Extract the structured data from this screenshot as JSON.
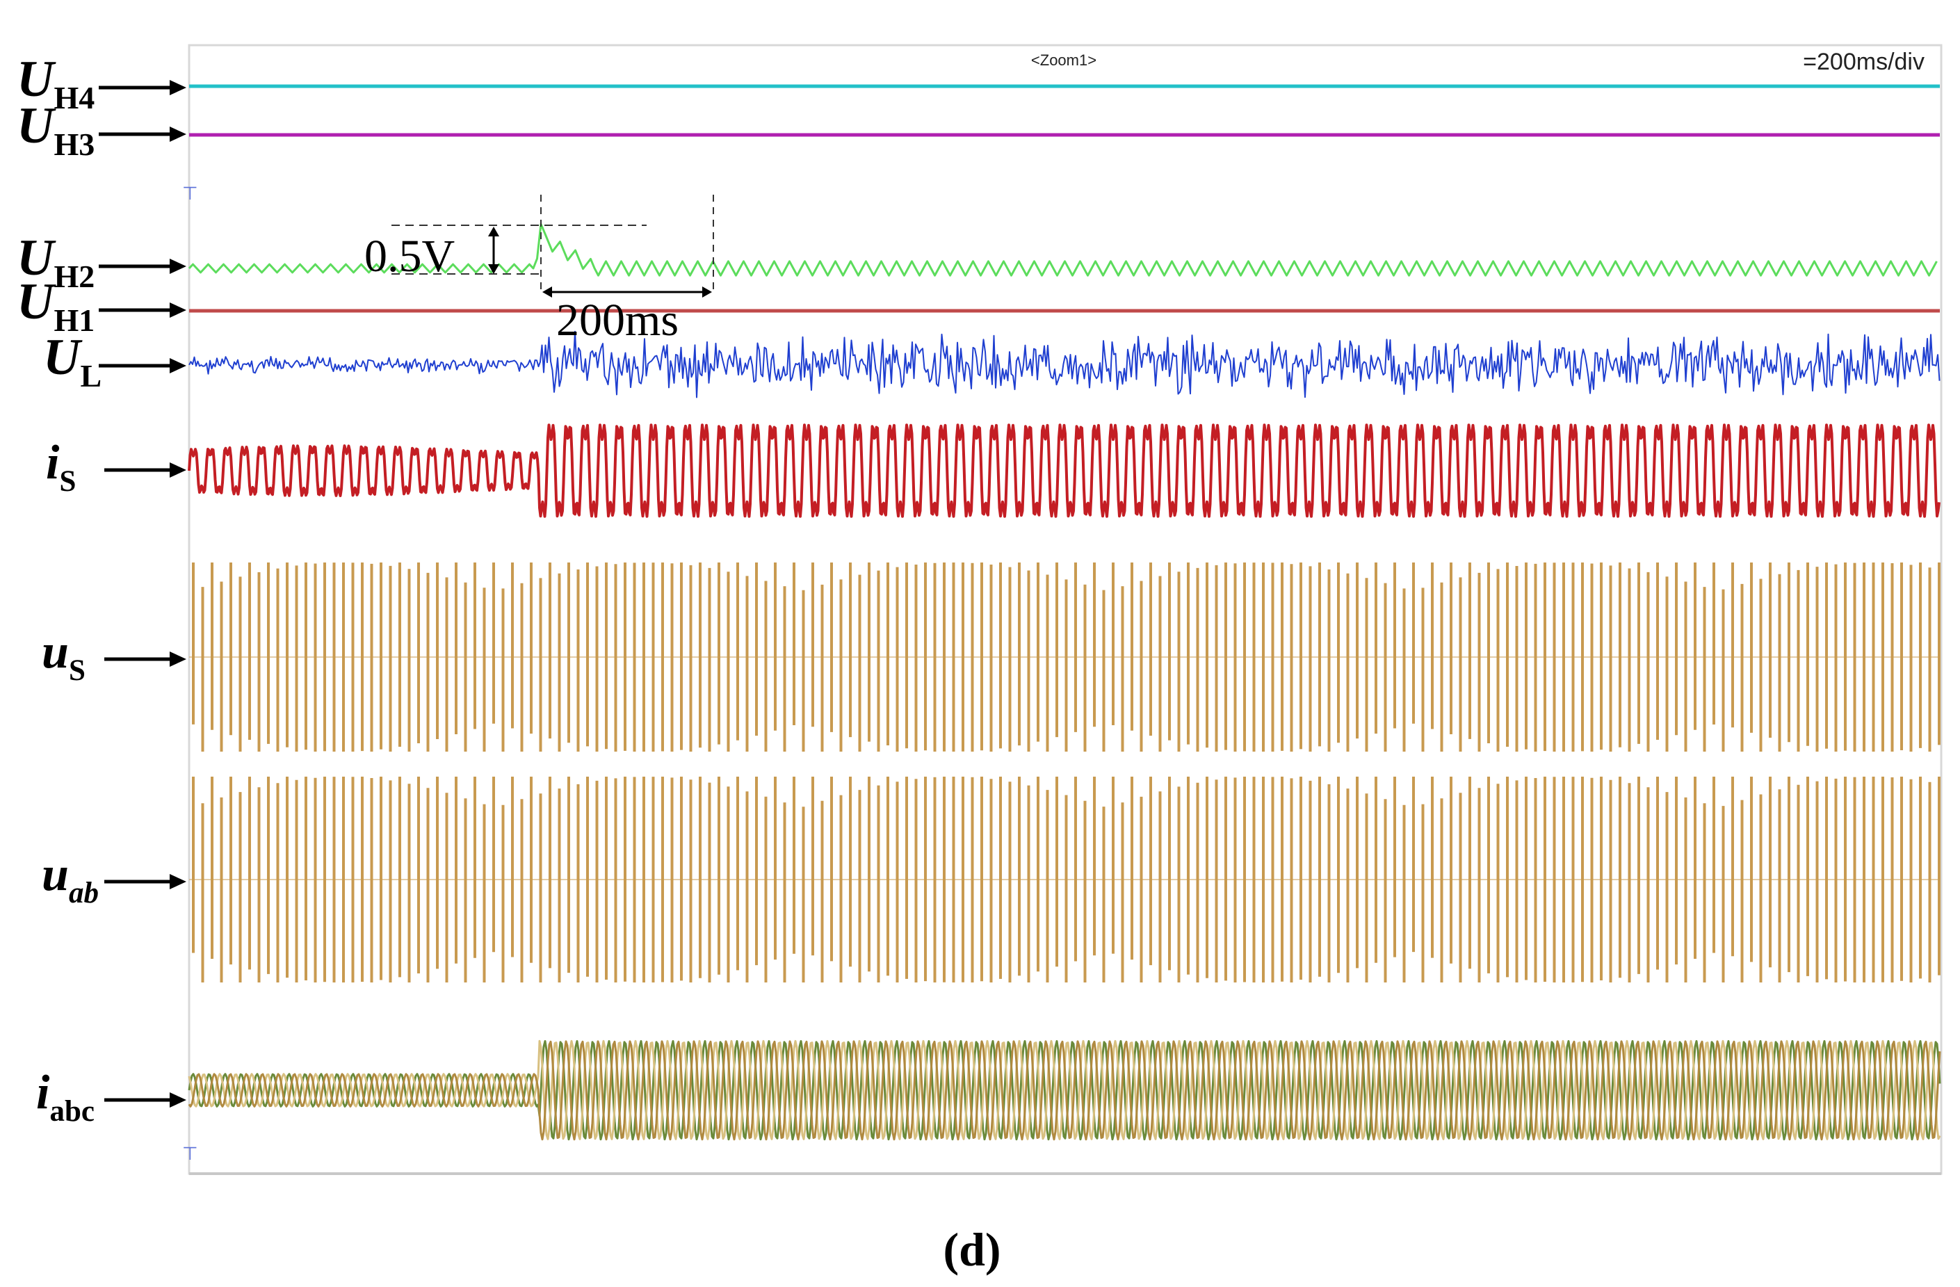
{
  "chart_data": {
    "type": "line",
    "header": {
      "zoom_tag": "<Zoom1>",
      "timebase": "=200ms/div"
    },
    "caption": "(d)",
    "annotations": {
      "amplitude": "0.5V",
      "duration": "200ms"
    },
    "colors": {
      "UH4": "#22c0c8",
      "UH3": "#b020b0",
      "UH2": "#5cdc5c",
      "UH1": "#c04a4a",
      "UL": "#1f3fd0",
      "is": "#c41e24",
      "us": "#c89a50",
      "uab": "#c89a50",
      "iabc_a": "#6a8a3a",
      "iabc_b": "#d8c080",
      "iabc_c": "#b08a40"
    },
    "event_fraction": 0.2,
    "series": [
      {
        "id": "UH4",
        "base": "U",
        "sub": "H4",
        "kind": "flat"
      },
      {
        "id": "UH3",
        "base": "U",
        "sub": "H3",
        "kind": "flat"
      },
      {
        "id": "UH2",
        "base": "U",
        "sub": "H2",
        "kind": "ripple",
        "pre_amp": 0.35,
        "post_amp": 0.6
      },
      {
        "id": "UH1",
        "base": "U",
        "sub": "H1",
        "kind": "flat"
      },
      {
        "id": "UL",
        "base": "U",
        "sub": "L",
        "kind": "noise",
        "pre_amp": 0.3,
        "post_amp": 1.0
      },
      {
        "id": "is",
        "base": "i",
        "sub": "S",
        "kind": "sine",
        "pre_amp": 0.55,
        "post_amp": 1.0
      },
      {
        "id": "us",
        "base": "u",
        "sub": "S",
        "kind": "pwm",
        "pre_amp": 1.0,
        "post_amp": 1.0
      },
      {
        "id": "uab",
        "base": "u",
        "sub": "ab",
        "kind": "pwm",
        "pre_amp": 1.0,
        "post_amp": 1.0
      },
      {
        "id": "iabc",
        "base": "i",
        "sub": "abc",
        "kind": "threephase",
        "pre_amp": 0.33,
        "post_amp": 1.0
      }
    ]
  }
}
